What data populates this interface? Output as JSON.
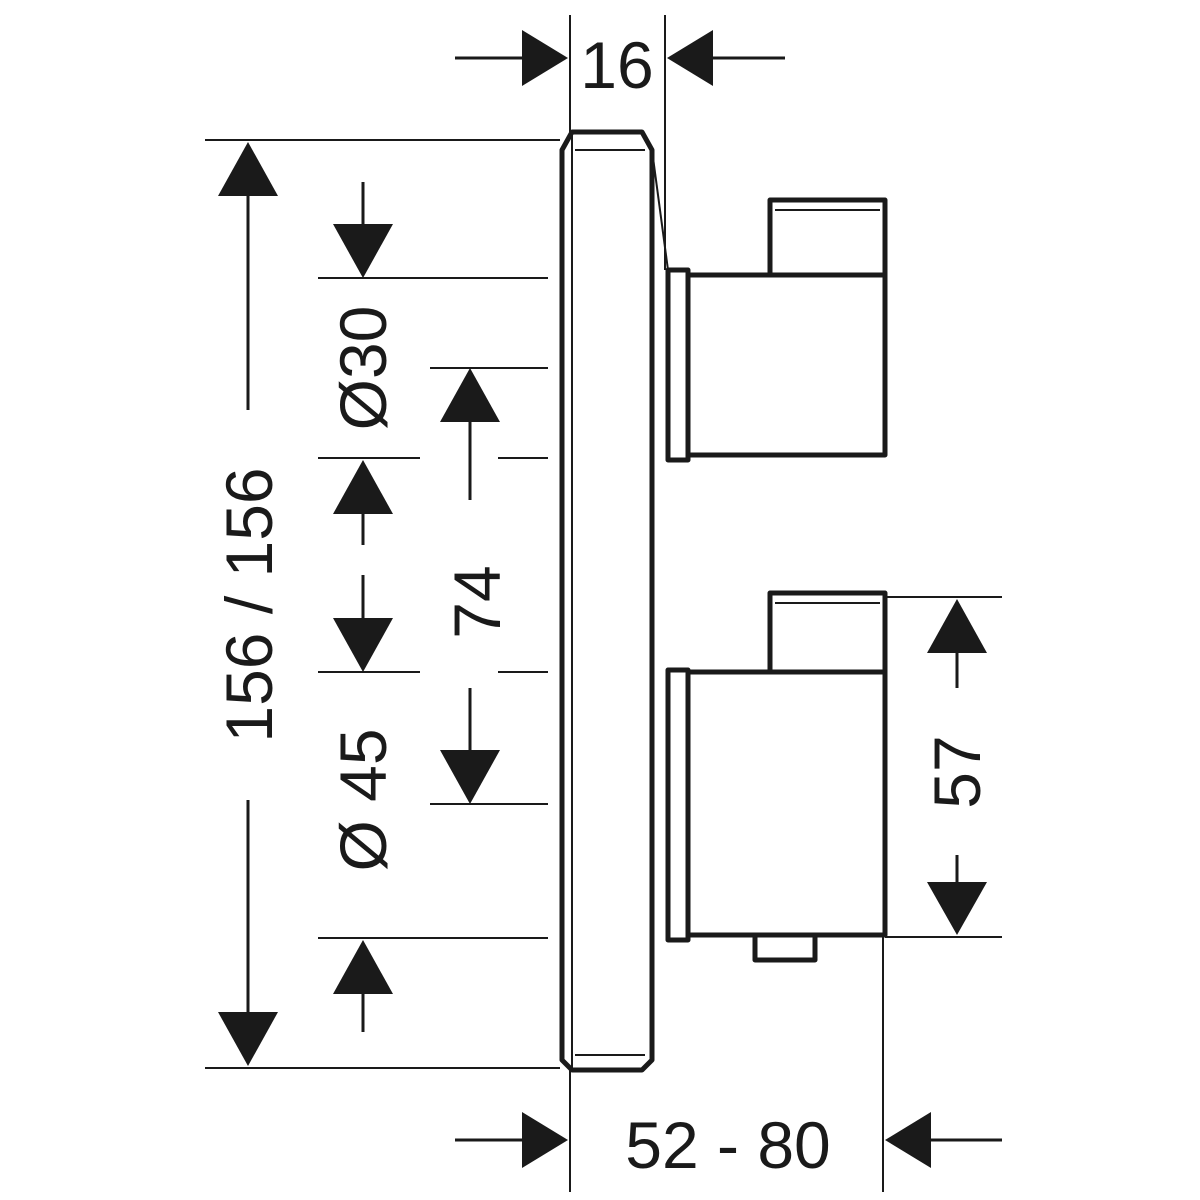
{
  "drawing": {
    "dimensions": {
      "depth_plate": "16",
      "overall_height": "156 / 156",
      "diameter_upper": "Ø30",
      "diameter_lower": "Ø 45",
      "spacing": "74",
      "handle_height": "57",
      "projection": "52 - 80"
    },
    "colors": {
      "line": "#1a1a1a",
      "background": "#ffffff"
    }
  }
}
